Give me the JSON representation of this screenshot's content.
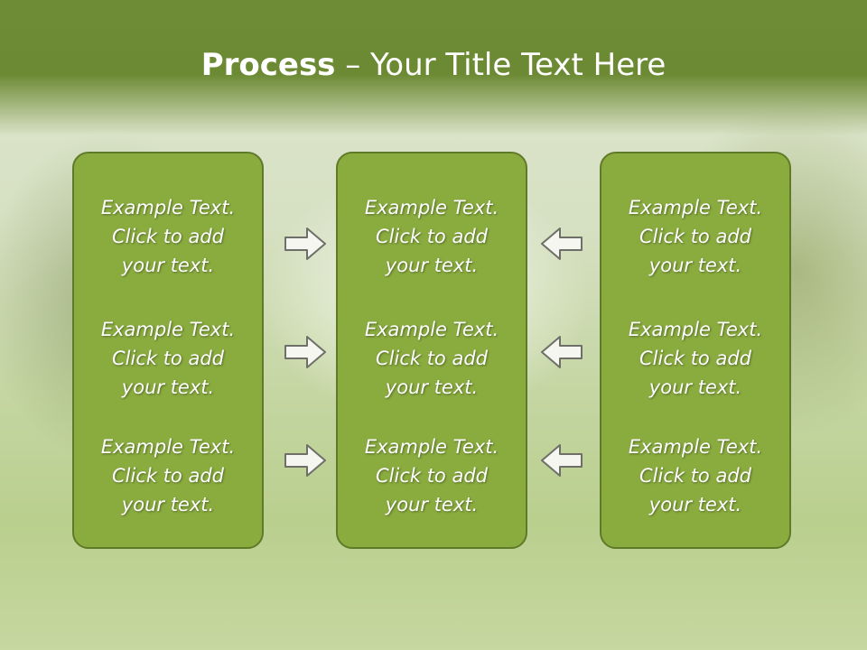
{
  "slide": {
    "title_bold": "Process",
    "title_rest": " – Your Title Text Here"
  },
  "columns": [
    {
      "items": [
        {
          "line1": "Example Text.",
          "line2": "Click  to add",
          "line3": "your text."
        },
        {
          "line1": "Example Text.",
          "line2": "Click  to add",
          "line3": "your text."
        },
        {
          "line1": "Example Text.",
          "line2": "Click  to add",
          "line3": "your text."
        }
      ]
    },
    {
      "items": [
        {
          "line1": "Example Text.",
          "line2": "Click  to add",
          "line3": "your text."
        },
        {
          "line1": "Example Text.",
          "line2": "Click  to add",
          "line3": "your text."
        },
        {
          "line1": "Example Text.",
          "line2": "Click  to add",
          "line3": "your text."
        }
      ]
    },
    {
      "items": [
        {
          "line1": "Example Text.",
          "line2": "Click  to add",
          "line3": "your text."
        },
        {
          "line1": "Example Text.",
          "line2": "Click  to add",
          "line3": "your text."
        },
        {
          "line1": "Example Text.",
          "line2": "Click  to add",
          "line3": "your text."
        }
      ]
    }
  ],
  "icons": {
    "right_arrows": "arrow-right-icon",
    "left_arrows": "arrow-left-icon"
  },
  "colors": {
    "header": "#6e8c35",
    "box_fill": "#8aac3f",
    "box_border": "#5f7a28",
    "text": "#ffffff"
  }
}
